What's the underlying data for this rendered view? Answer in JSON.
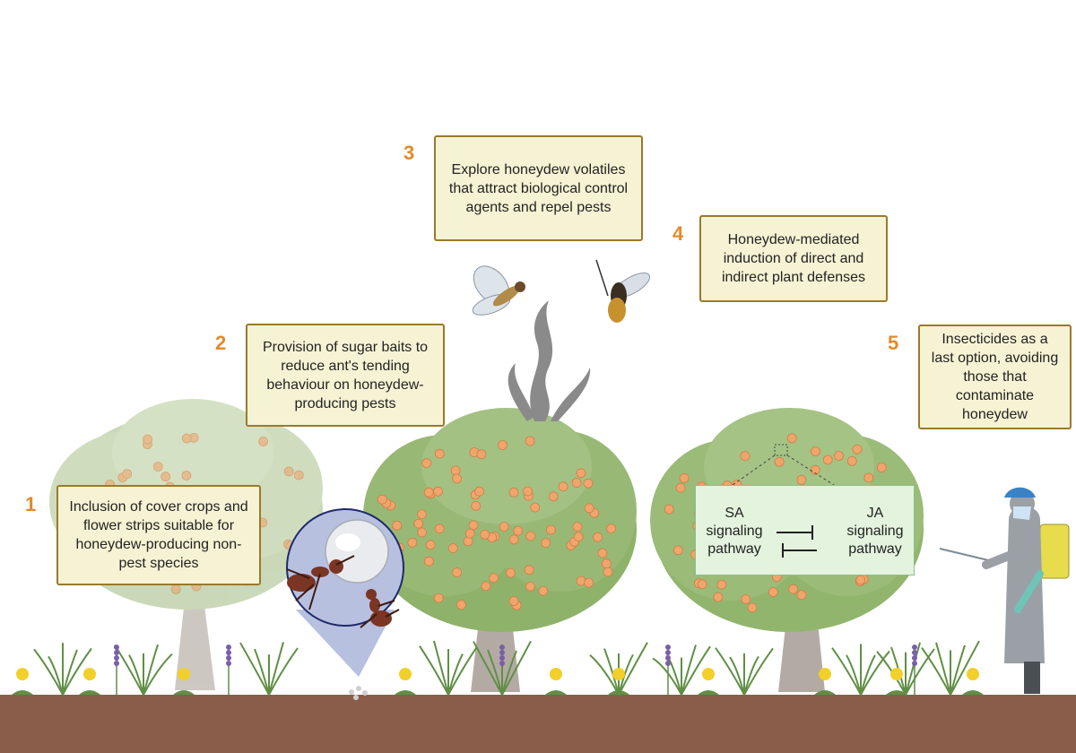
{
  "steps": [
    {
      "number": "1",
      "text": "Inclusion of cover crops and flower strips suitable for honeydew-producing non-pest species"
    },
    {
      "number": "2",
      "text": "Provision of sugar baits to reduce ant's tending behaviour on honeydew-producing pests"
    },
    {
      "number": "3",
      "text": "Explore honeydew volatiles that attract biological control agents and repel pests"
    },
    {
      "number": "4",
      "text": "Honeydew-mediated induction of direct and indirect plant defenses"
    },
    {
      "number": "5",
      "text": "Insecticides as a last option, avoiding those that contaminate honeydew"
    }
  ],
  "pathways": {
    "sa": [
      "SA",
      "signaling",
      "pathway"
    ],
    "ja": [
      "JA",
      "signaling",
      "pathway"
    ]
  },
  "colors": {
    "step_number": "#e38a2b",
    "box_fill": "#f6f3d4",
    "box_border": "#9a7a2a",
    "soil": "#8a5d4a",
    "foliage": "#9fba7f",
    "fruit": "#f0a56c",
    "pathway_box": "#e3f3dd"
  },
  "icons": [
    "tree-icon",
    "ant-icon",
    "honeydew-droplet-icon",
    "hoverfly-icon",
    "wasp-icon",
    "volatile-smoke-icon",
    "dandelion-icon",
    "lavender-icon",
    "grass-icon",
    "sprayer-worker-icon",
    "inhibition-arrow-icon"
  ]
}
